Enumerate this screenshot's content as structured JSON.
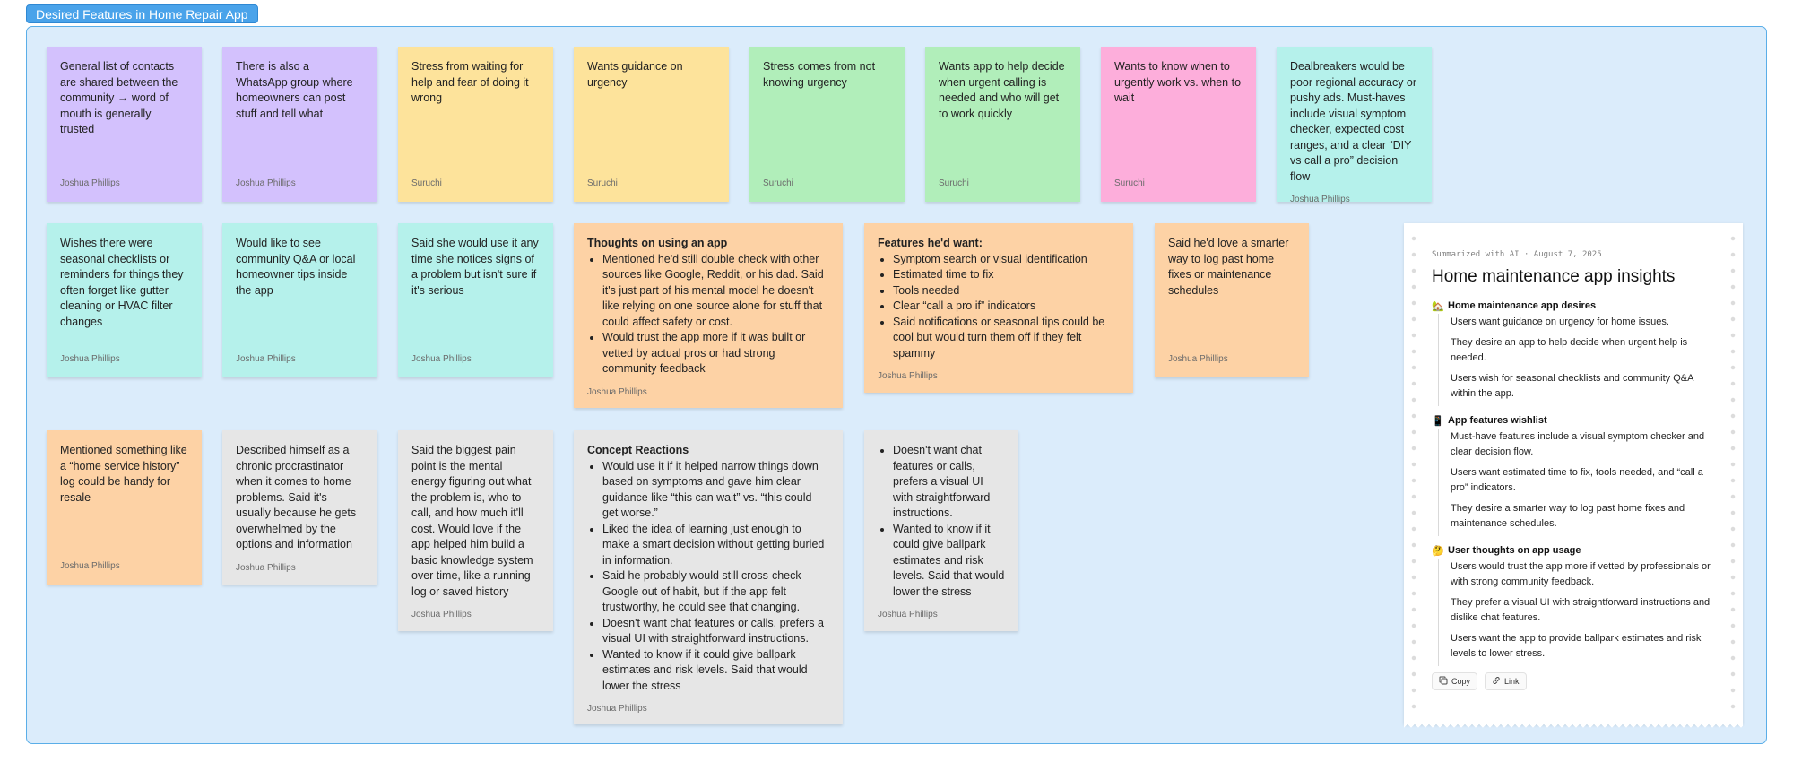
{
  "section": {
    "title": "Desired Features in Home Repair App"
  },
  "row1": [
    {
      "color": "purple",
      "text": "General list of contacts are shared between the community → word of mouth is generally trusted",
      "author": "Joshua Phillips"
    },
    {
      "color": "purple",
      "text": "There is also a WhatsApp group where homeowners can post stuff and tell what",
      "author": "Joshua Phillips"
    },
    {
      "color": "yellow",
      "text": "Stress from waiting for help and fear of doing it wrong",
      "author": "Suruchi"
    },
    {
      "color": "yellow",
      "text": "Wants guidance on urgency",
      "author": "Suruchi"
    },
    {
      "color": "green",
      "text": "Stress comes from not knowing urgency",
      "author": "Suruchi"
    },
    {
      "color": "green",
      "text": "Wants app to help decide when urgent calling is needed and who will get to work quickly",
      "author": "Suruchi"
    },
    {
      "color": "pink",
      "text": "Wants to know when to urgently work vs. when to wait",
      "author": "Suruchi"
    },
    {
      "color": "teal",
      "text": "Dealbreakers would be poor regional accuracy or pushy ads. Must-haves include visual symptom checker, expected cost ranges, and a clear “DIY vs call a pro” decision flow",
      "author": "Joshua Phillips"
    }
  ],
  "row2": {
    "teal1": {
      "text": "Wishes there were seasonal checklists or reminders for things they often forget like gutter cleaning or HVAC filter changes",
      "author": "Joshua Phillips"
    },
    "teal2": {
      "text": "Would like to see community Q&A or local homeowner tips inside the app",
      "author": "Joshua Phillips"
    },
    "teal3": {
      "text": "Said she would use it any time she notices signs of a problem but isn't sure if it's serious",
      "author": "Joshua Phillips"
    },
    "thoughts": {
      "title": "Thoughts on using an app",
      "bullets": [
        "Mentioned he'd still double check with other sources like Google, Reddit, or his dad. Said it's just part of his mental model he doesn't like relying on one source alone for stuff that could affect safety or cost.",
        "Would trust the app more if it was built or vetted by actual pros or had strong community feedback"
      ],
      "author": "Joshua Phillips"
    },
    "features": {
      "title": "Features he'd want:",
      "bullets": [
        "Symptom search or visual identification",
        "Estimated time to fix",
        "Tools needed",
        "Clear “call a pro if” indicators",
        "Said notifications or seasonal tips could be cool but would turn them off if they felt spammy"
      ],
      "author": "Joshua Phillips"
    },
    "orange1": {
      "text": "Said he'd love a smarter way to log past home fixes or maintenance schedules",
      "author": "Joshua Phillips"
    }
  },
  "row3": {
    "orange2": {
      "text": "Mentioned something like a “home service history” log could be handy for resale",
      "author": "Joshua Phillips"
    },
    "gray1": {
      "text": "Described himself as a chronic procrastinator when it comes to home problems. Said it's usually because he gets overwhelmed by the options and information",
      "author": "Joshua Phillips"
    },
    "gray2": {
      "text": "Said the biggest pain point is the mental energy figuring out what the problem is, who to call, and how much it'll cost. Would love if the app helped him build a basic knowledge system over time, like a running log or saved history",
      "author": "Joshua Phillips"
    },
    "concept": {
      "title": "Concept Reactions",
      "bullets": [
        "Would use it if it helped narrow things down based on symptoms and gave him clear guidance like “this can wait” vs. “this could get worse.”",
        "Liked the idea of learning just enough to make a smart decision without getting buried in information.",
        "Said he probably would still cross-check Google out of habit, but if the app felt trustworthy, he could see that changing.",
        "Doesn't want chat features or calls, prefers a visual UI with straightforward instructions.",
        "Wanted to know if it could give ballpark estimates and risk levels. Said that would lower the stress"
      ],
      "author": "Joshua Phillips"
    },
    "gray3": {
      "bullets": [
        "Doesn't want chat features or calls, prefers a visual UI with straightforward instructions.",
        "Wanted to know if it could give ballpark estimates and risk levels. Said that would lower the stress"
      ],
      "author": "Joshua Phillips"
    }
  },
  "summary": {
    "meta": "Summarized with AI · August 7, 2025",
    "title": "Home maintenance app insights",
    "sections": [
      {
        "emoji": "🏡",
        "heading": "Home maintenance app desires",
        "items": [
          "Users want guidance on urgency for home issues.",
          "They desire an app to help decide when urgent help is needed.",
          "Users wish for seasonal checklists and community Q&A within the app."
        ]
      },
      {
        "emoji": "📱",
        "heading": "App features wishlist",
        "items": [
          "Must-have features include a visual symptom checker and clear decision flow.",
          "Users want estimated time to fix, tools needed, and “call a pro” indicators.",
          "They desire a smarter way to log past home fixes and maintenance schedules."
        ]
      },
      {
        "emoji": "🤔",
        "heading": "User thoughts on app usage",
        "items": [
          "Users would trust the app more if vetted by professionals or with strong community feedback.",
          "They prefer a visual UI with straightforward instructions and dislike chat features.",
          "Users want the app to provide ballpark estimates and risk levels to lower stress."
        ]
      }
    ],
    "copy_label": "Copy",
    "link_label": "Link",
    "copy_icon": "copy-icon",
    "link_icon": "link-icon"
  },
  "colors": {
    "section_bg": "#dbecfb",
    "section_border": "#5aaee8",
    "tab": "#4aa3ea",
    "purple": "#d3c1fd",
    "yellow": "#fde39b",
    "green": "#b1eeba",
    "pink": "#fdaedb",
    "teal": "#b5f1eb",
    "orange": "#fdd2a5",
    "gray": "#e6e6e6"
  }
}
